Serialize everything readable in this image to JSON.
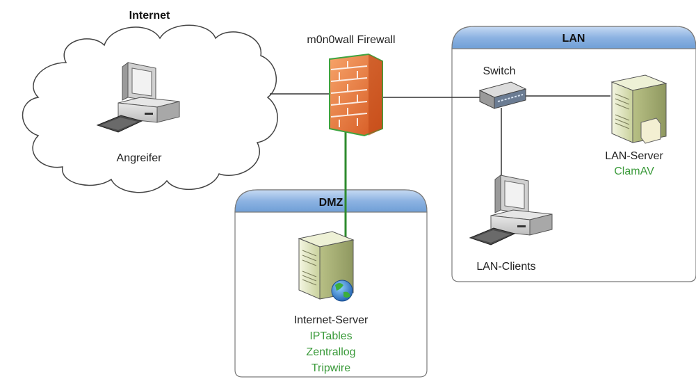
{
  "colors": {
    "zone_header": "#8db3e2",
    "zone_border": "#6f6f6f",
    "cable": "#333333",
    "dmz_cable": "#2e8b2e",
    "software_text": "#3a9a3a",
    "firewall": "#e8773a"
  },
  "zones": {
    "internet": {
      "title": "Internet"
    },
    "lan": {
      "title": "LAN"
    },
    "dmz": {
      "title": "DMZ"
    }
  },
  "devices": {
    "attacker": {
      "label": "Angreifer",
      "icon": "desktop-pc"
    },
    "firewall": {
      "label": "m0n0wall Firewall",
      "icon": "brick-firewall"
    },
    "switch": {
      "label": "Switch",
      "icon": "network-switch"
    },
    "lan_server": {
      "label": "LAN-Server",
      "software": [
        "ClamAV"
      ],
      "icon": "tower-server"
    },
    "lan_clients": {
      "label": "LAN-Clients",
      "icon": "desktop-pc"
    },
    "internet_server": {
      "label": "Internet-Server",
      "software": [
        "IPTables",
        "Zentrallog",
        "Tripwire"
      ],
      "icon": "tower-server-globe"
    }
  }
}
